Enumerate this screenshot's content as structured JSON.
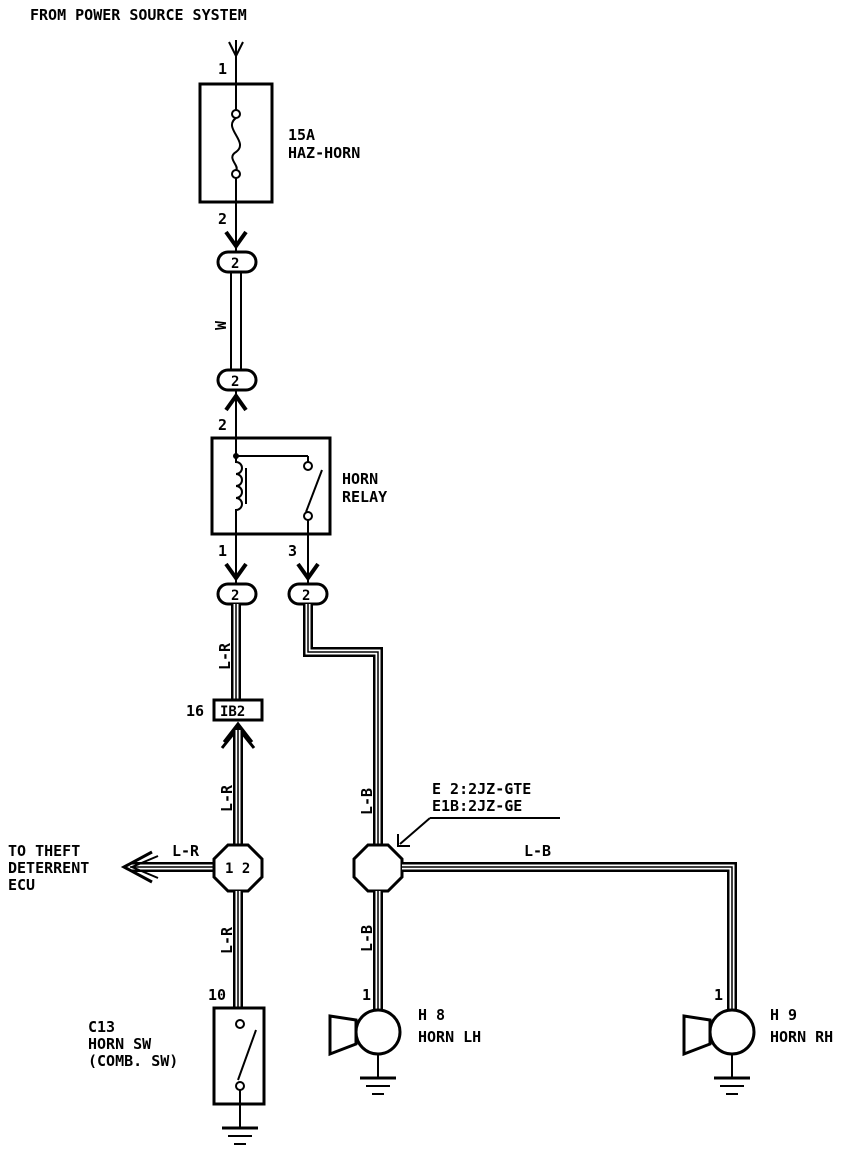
{
  "source_label": "FROM POWER SOURCE SYSTEM",
  "fuse": {
    "amp": "15A",
    "name": "HAZ-HORN",
    "pin_in": "1",
    "pin_out": "2"
  },
  "relay": {
    "line1": "HORN",
    "line2": "RELAY",
    "pin_in": "2",
    "pin_coil_out": "1",
    "pin_switch_out": "3"
  },
  "connectors": {
    "c2": "2",
    "ib2": "IB2",
    "ib2_pin": "16",
    "junction": "1 2"
  },
  "wire_colors": {
    "w": "W",
    "lr": "L-R",
    "lb": "L-B"
  },
  "theft": {
    "line1": "TO THEFT",
    "line2": "DETERRENT",
    "line3": "ECU"
  },
  "ground_point": {
    "line1": "E 2:2JZ-GTE",
    "line2": "E1B:2JZ-GE"
  },
  "horn_switch": {
    "code": "C13",
    "line1": "HORN SW",
    "line2": "(COMB. SW)",
    "pin": "10"
  },
  "horn_lh": {
    "code": "H 8",
    "name": "HORN LH",
    "pin": "1"
  },
  "horn_rh": {
    "code": "H 9",
    "name": "HORN RH",
    "pin": "1"
  }
}
